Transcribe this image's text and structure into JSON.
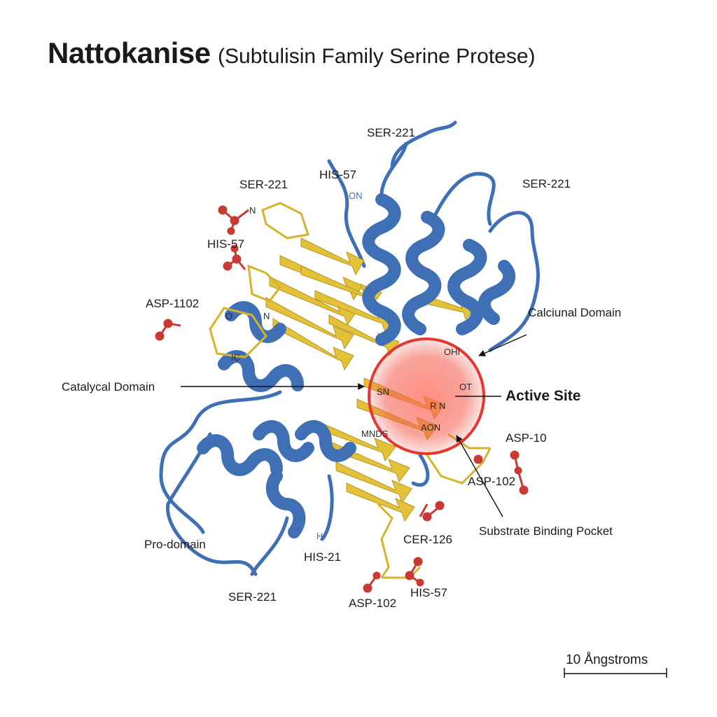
{
  "title": {
    "main": "Nattokanise",
    "subtitle": "(Subtulisin Family Serine Protese)"
  },
  "labels": {
    "ser221_top": "SER-221",
    "his57_top": "HIS-57",
    "ser221_upper_left": "SER-221",
    "ser221_right": "SER-221",
    "his57_left": "HIS-57",
    "asp1102": "ASP-1102",
    "calcium_domain": "Calciunal Domain",
    "catalytic_domain": "Catalycal Domain",
    "active_site": "Active Site",
    "asp10": "ASP-10",
    "asp102_right": "ASP-102",
    "substrate_pocket": "Substrate Binding Pocket",
    "cer126": "CER-126",
    "pro_domain": "Pro-domain",
    "his21": "HIS-21",
    "ser221_bottom": "SER-221",
    "asp102_bottom": "ASP-102",
    "his57_bottom": "HIS-57"
  },
  "atoms": {
    "on": "ON",
    "n1": "N",
    "o1": "O",
    "n2": "N",
    "ic": "IC",
    "ohh": "OHI",
    "ot": "OT",
    "sn": "SN",
    "rn": "R  N",
    "aon": "AON",
    "mnd": "MNDS",
    "h": "H"
  },
  "scale_bar": {
    "label": "10 Ångstroms"
  },
  "colors": {
    "helix_blue": "#3f6fb5",
    "sheet_yellow": "#e3c23a",
    "active_red": "#e8362f",
    "atom_red": "#c83a32"
  }
}
